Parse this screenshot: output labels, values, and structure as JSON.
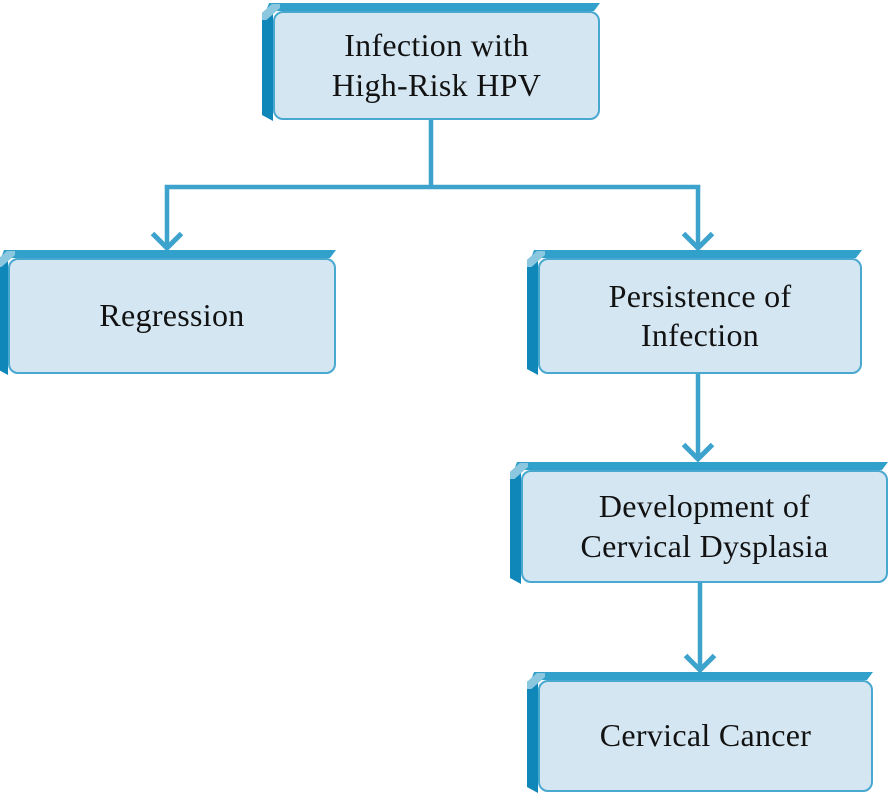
{
  "colors": {
    "background": "#ffffff",
    "node_fill": "#d4e6f2",
    "node_border": "#48a8d0",
    "node_side": "#0f87b9",
    "node_top": "#31a0ca",
    "node_bevel": "#8cc7e0",
    "connector": "#3da3cc",
    "text": "#121212"
  },
  "nodes": [
    {
      "id": "infection",
      "label": "Infection with High-Risk HPV",
      "lines": [
        "Infection with",
        "High-Risk HPV"
      ]
    },
    {
      "id": "regression",
      "label": "Regression",
      "lines": [
        "Regression"
      ]
    },
    {
      "id": "persistence",
      "label": "Persistence of Infection",
      "lines": [
        "Persistence of",
        "Infection"
      ]
    },
    {
      "id": "dysplasia",
      "label": "Development of Cervical Dysplasia",
      "lines": [
        "Development of",
        "Cervical Dysplasia"
      ]
    },
    {
      "id": "cancer",
      "label": "Cervical Cancer",
      "lines": [
        "Cervical Cancer"
      ]
    }
  ],
  "edges": [
    {
      "from": "infection",
      "to": "regression"
    },
    {
      "from": "infection",
      "to": "persistence"
    },
    {
      "from": "persistence",
      "to": "dysplasia"
    },
    {
      "from": "dysplasia",
      "to": "cancer"
    }
  ]
}
